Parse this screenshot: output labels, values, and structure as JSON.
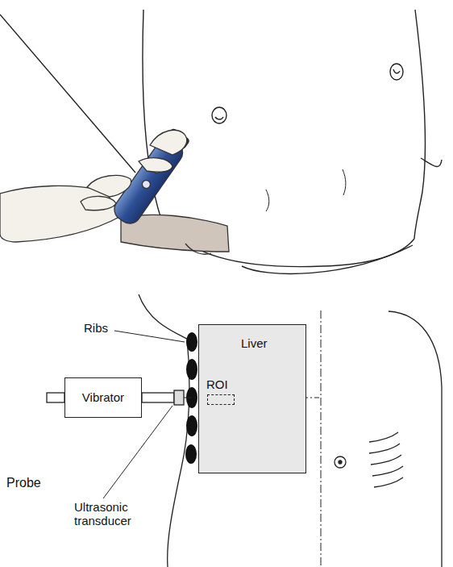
{
  "diagram": {
    "nodes": [
      {
        "text": [
          "Liver"
        ]
      },
      {
        "text": [
          "ROI"
        ],
        "in": 0
      },
      {
        "text": [
          "Vibrator"
        ]
      }
    ],
    "labels": [
      "Ribs",
      "Probe",
      "Ultrasonic transducer"
    ]
  }
}
